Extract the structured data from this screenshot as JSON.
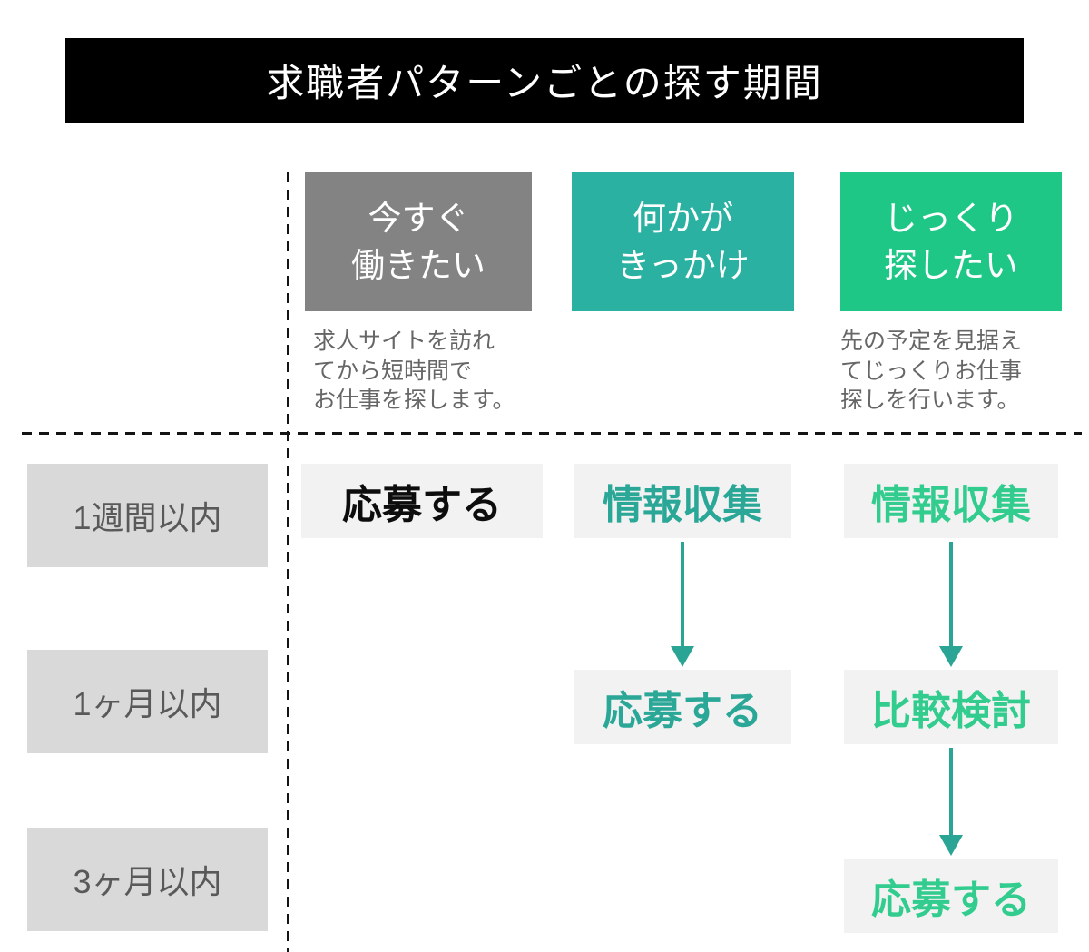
{
  "title": "求職者パターンごとの探す期間",
  "columns": [
    {
      "label": "今すぐ\n働きたい",
      "description": "求人サイトを訪れ\nてから短時間で\nお仕事を探します。"
    },
    {
      "label": "何かが\nきっかけ",
      "description": ""
    },
    {
      "label": "じっくり\n探したい",
      "description": "先の予定を見据え\nてじっくりお仕事\n探しを行います。"
    }
  ],
  "rows": [
    "1週間以内",
    "1ヶ月以内",
    "3ヶ月以内"
  ],
  "cells": {
    "week1_now": "応募する",
    "week1_trigger": "情報収集",
    "week1_slow": "情報収集",
    "month1_trigger": "応募する",
    "month1_slow": "比較検討",
    "month3_slow": "応募する"
  },
  "arrows": [
    {
      "column": "何かがきっかけ",
      "from": "情報収集",
      "to": "応募する"
    },
    {
      "column": "じっくり探したい",
      "from": "情報収集",
      "to": "比較検討"
    },
    {
      "column": "じっくり探したい",
      "from": "比較検討",
      "to": "応募する"
    }
  ],
  "colors": {
    "banner_bg": "#000000",
    "banner_text": "#FFFFFF",
    "gray_header": "#838383",
    "teal": "#2AB1A1",
    "green": "#1FC787",
    "teal_text": "#2AA797",
    "green_text": "#31CC8E",
    "arrow": "#2AA494",
    "row_label_bg": "#D9D9D9",
    "row_label_text": "#595959",
    "cell_bg": "#F2F2F2",
    "description_text": "#666666"
  }
}
